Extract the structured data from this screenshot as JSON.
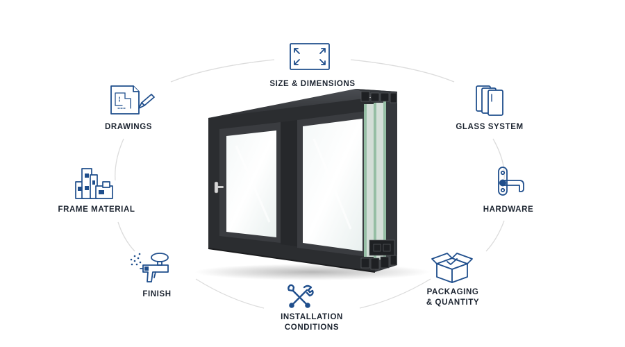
{
  "diagram": {
    "accent_color": "#1f4e8c",
    "label_color": "#1c2430",
    "ring_color": "#dcdcdc",
    "window_frame_color": "#2b2d30",
    "center_image": "aluminium-sliding-window-cutaway",
    "items": [
      {
        "id": "size",
        "icon": "dimensions-frame-icon",
        "label": "SIZE & DIMENSIONS"
      },
      {
        "id": "glass",
        "icon": "glass-panes-icon",
        "label": "GLASS SYSTEM"
      },
      {
        "id": "hardware",
        "icon": "window-handle-icon",
        "label": "HARDWARE"
      },
      {
        "id": "packaging",
        "icon": "open-box-icon",
        "label_line1": "PACKAGING",
        "label_line2": "& QUANTITY"
      },
      {
        "id": "installation",
        "icon": "crossed-tools-icon",
        "label_line1": "INSTALLATION",
        "label_line2": "CONDITIONS"
      },
      {
        "id": "finish",
        "icon": "spray-gun-icon",
        "label": "FINISH"
      },
      {
        "id": "frame",
        "icon": "profile-sections-icon",
        "label": "FRAME MATERIAL"
      },
      {
        "id": "drawings",
        "icon": "drawing-pencil-icon",
        "label": "DRAWINGS"
      }
    ]
  }
}
